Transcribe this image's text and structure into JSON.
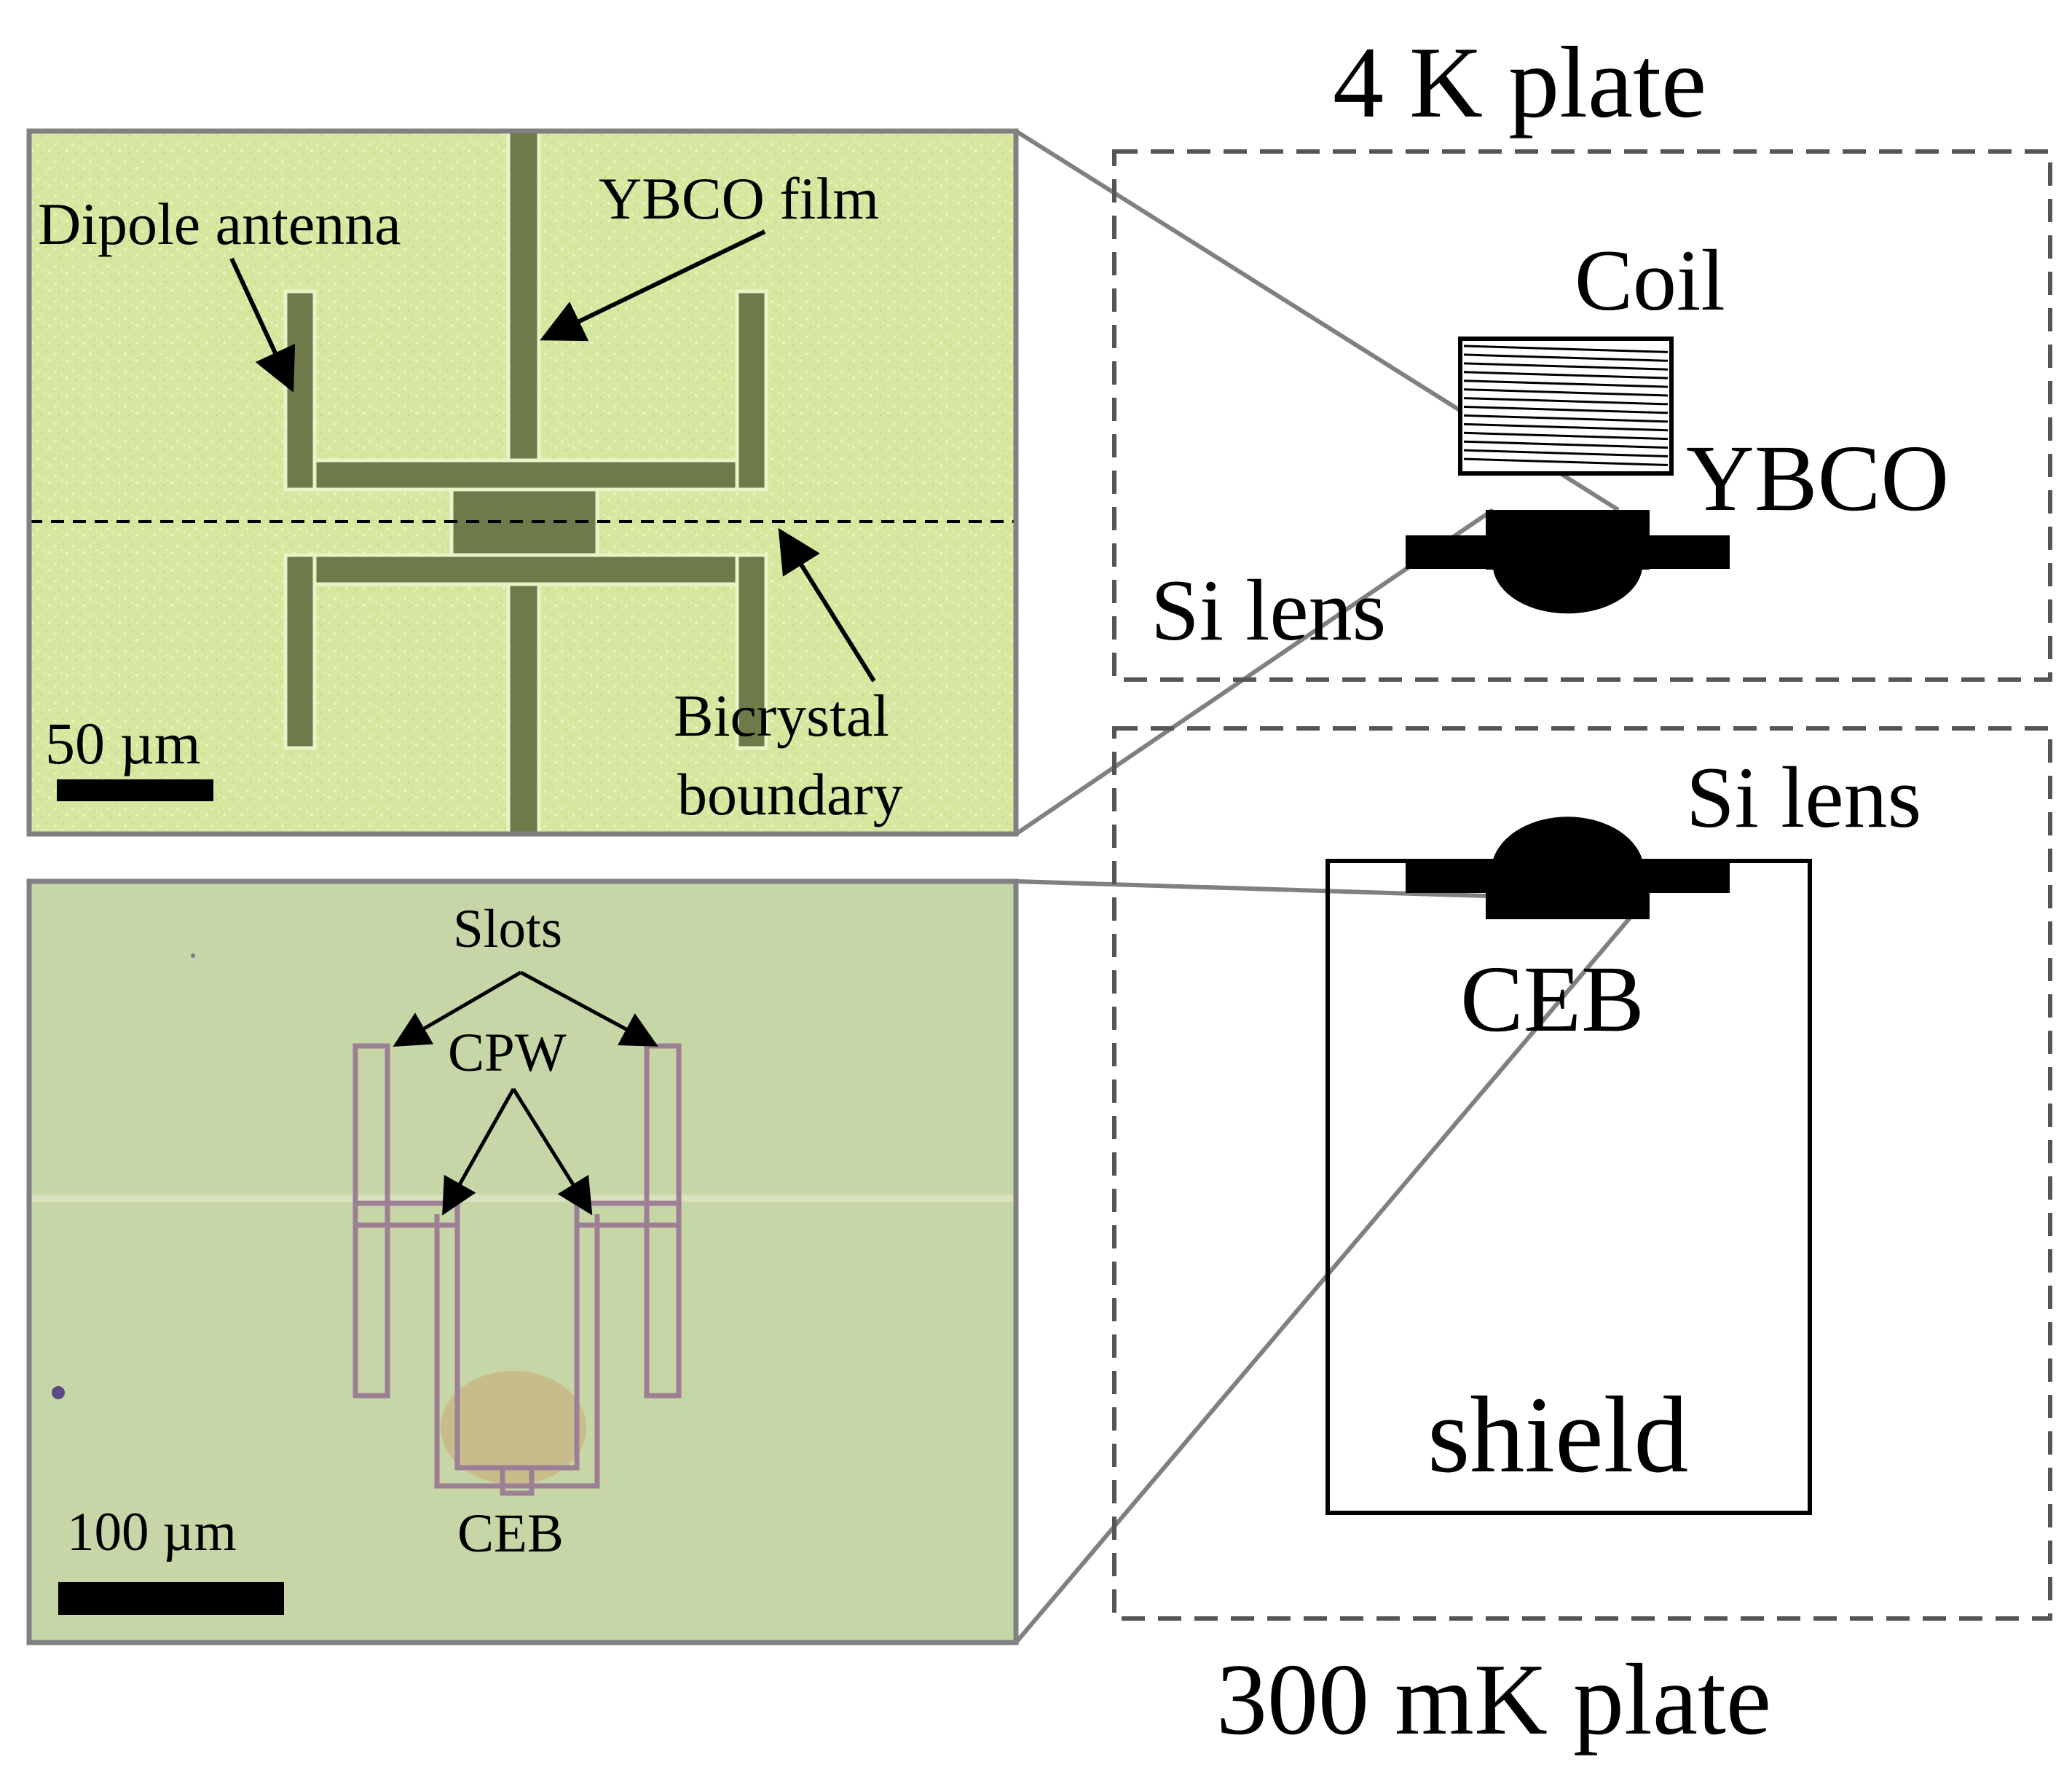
{
  "labels": {
    "plate_4k": "4 K plate",
    "plate_300mk": "300 mK plate",
    "coil": "Coil",
    "ybco": "YBCO",
    "si_lens_top": "Si lens",
    "si_lens_bottom": "Si lens",
    "ceb_diagram": "CEB",
    "shield": "shield"
  },
  "top_micrograph": {
    "dipole_antenna": "Dipole antenna",
    "ybco_film": "YBCO film",
    "bicrystal_line1": "Bicrystal",
    "bicrystal_line2": "boundary",
    "scale_bar": "50 µm"
  },
  "bottom_micrograph": {
    "slots": "Slots",
    "cpw": "CPW",
    "ceb": "CEB",
    "scale_bar": "100 µm"
  },
  "colors": {
    "top_background": "#d6e8a0",
    "top_film": "#6e7a4a",
    "bottom_background": "#c6d6a6",
    "dashed_box": "#555555",
    "frame": "#808080",
    "connector_line": "#808080"
  }
}
